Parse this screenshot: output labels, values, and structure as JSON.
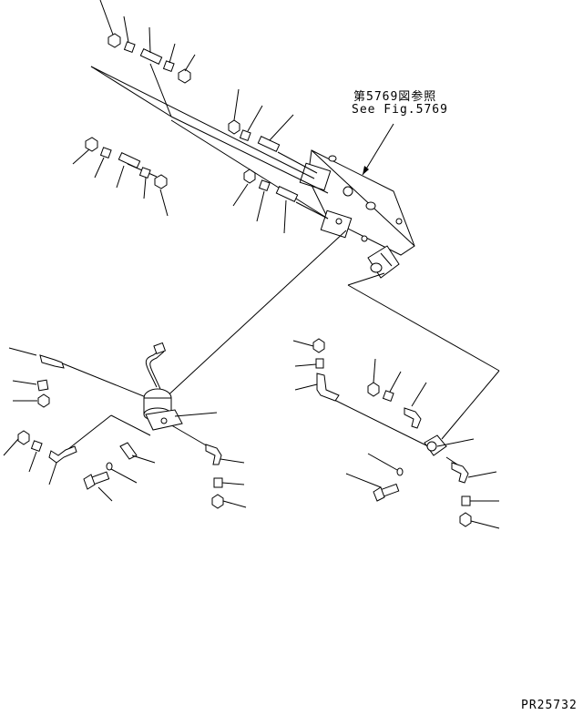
{
  "reference": {
    "jp_label": "第5769図参照",
    "en_label": "See Fig.5769"
  },
  "figure_number": "PR25732"
}
